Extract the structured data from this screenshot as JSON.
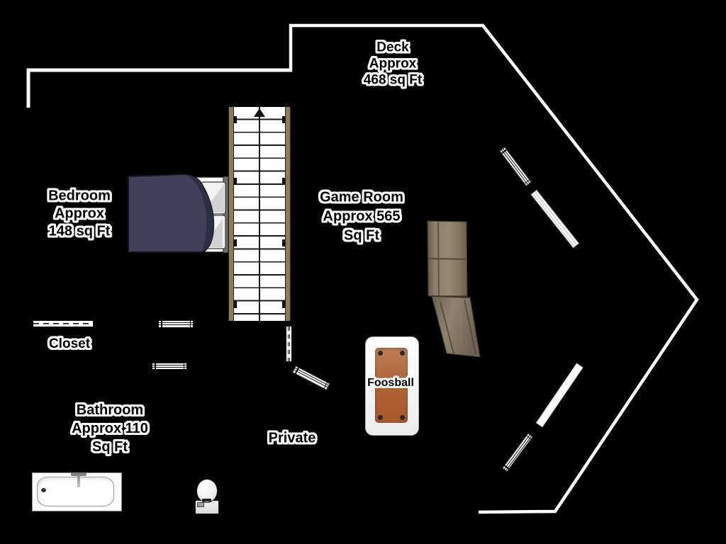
{
  "page": {
    "type": "residential floor plan",
    "background": "#000000"
  },
  "labels": {
    "deck": [
      "Deck",
      "Approx",
      "468 sq Ft"
    ],
    "bedroom": [
      "Bedroom",
      "Approx",
      "148 sq Ft"
    ],
    "game_room": [
      "Game Room",
      "Approx 565",
      "Sq Ft"
    ],
    "closet": [
      "Closet"
    ],
    "bathroom": [
      "Bathroom",
      "Approx 110",
      "Sq Ft"
    ],
    "private": [
      "Private"
    ],
    "foosball": [
      "Foosball"
    ]
  },
  "rooms": [
    {
      "name": "Deck",
      "area": "Approx 468 sq Ft"
    },
    {
      "name": "Bedroom",
      "area": "Approx 148 sq Ft"
    },
    {
      "name": "Game Room",
      "area": "Approx 565 Sq Ft"
    },
    {
      "name": "Closet",
      "area": ""
    },
    {
      "name": "Bathroom",
      "area": "Approx 110 Sq Ft"
    },
    {
      "name": "Private",
      "area": ""
    }
  ],
  "furniture": [
    "staircase",
    "double-bed",
    "sectional-sofa",
    "foosball-table",
    "bathtub",
    "toilet"
  ],
  "stairs": {
    "direction_arrow": "up",
    "tread_count": 15
  },
  "colors": {
    "background": "#000000",
    "wall_line": "#ffffff",
    "label_text": "#000000",
    "label_halo": "#ffffff",
    "stair_rail": "#8d7b5c",
    "bed_duvet": "#40405a",
    "bed_duvet_fold": "#2e2e44",
    "sofa": "#8a7e69",
    "foosball_field": "#b06438",
    "foosball_frame": "#ffffff"
  }
}
